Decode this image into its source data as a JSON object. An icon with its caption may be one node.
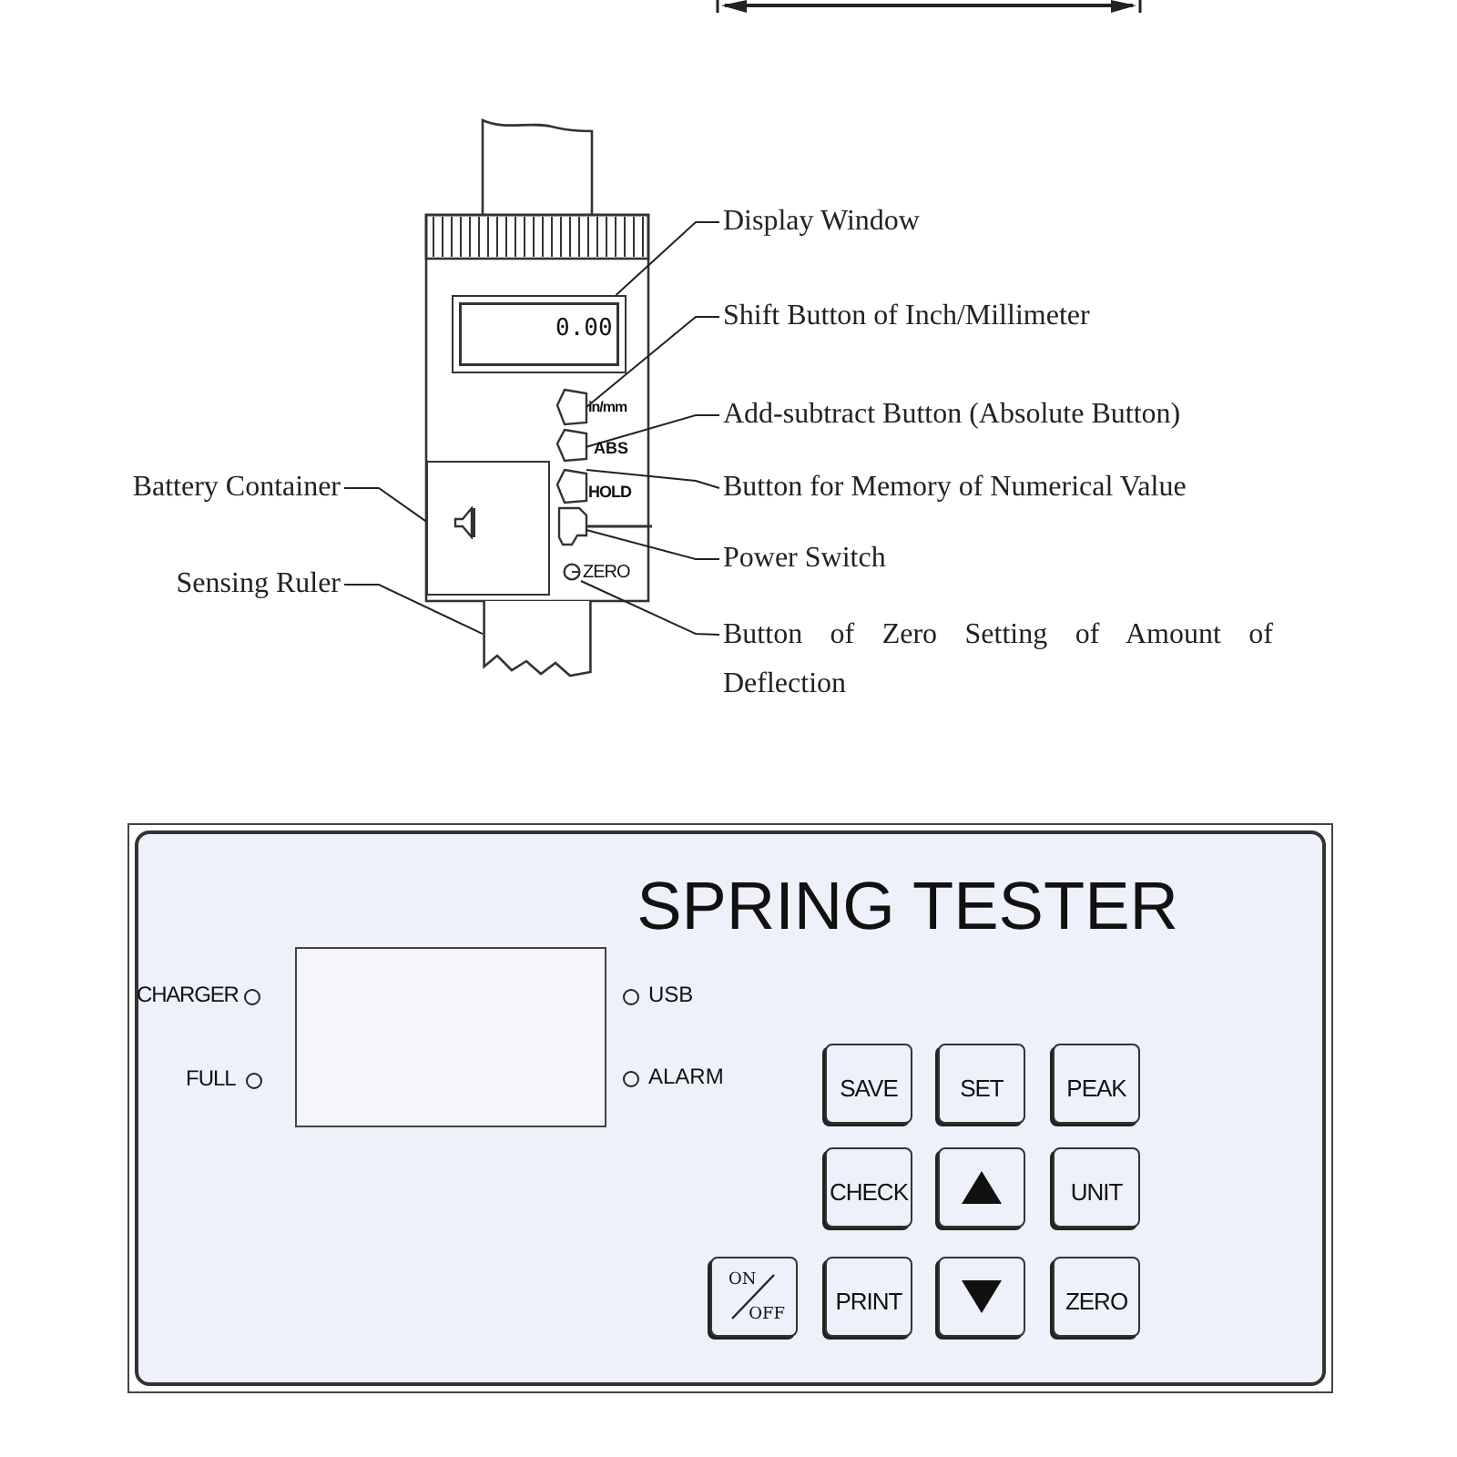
{
  "diagram": {
    "nodes": [
      {
        "text": [
          "Display Window"
        ]
      },
      {
        "text": [
          "Shift Button of Inch/Millimeter"
        ]
      },
      {
        "text": [
          "Add-subtract Button (Absolute Button)"
        ]
      },
      {
        "text": [
          "Button for Memory of Numerical Value"
        ]
      },
      {
        "text": [
          "Battery Container"
        ]
      },
      {
        "text": [
          "Power Switch"
        ]
      },
      {
        "text": [
          "Sensing Ruler"
        ]
      },
      {
        "text": [
          "Button of Zero Setting of Amount of Deflection"
        ]
      },
      {
        "text": [],
        "shape": "box"
      },
      {
        "text": [],
        "shape": "box"
      },
      {
        "text": [],
        "shape": "box"
      },
      {
        "text": [],
        "shape": "box"
      },
      {
        "text": [],
        "shape": "box"
      },
      {
        "text": [],
        "shape": "circle"
      },
      {
        "text": [],
        "shape": "box"
      },
      {
        "text": [],
        "shape": "bar"
      },
      {
        "text": [
          "SPRING TESTER"
        ]
      },
      {
        "text": [],
        "shape": "box",
        "in": 16
      },
      {
        "text": [
          "SAVE"
        ],
        "in": 16
      },
      {
        "text": [
          "SET"
        ],
        "in": 16
      },
      {
        "text": [
          "PEAK"
        ],
        "in": 16
      },
      {
        "text": [
          "CHECK"
        ],
        "in": 16
      },
      {
        "text": [],
        "shape": "box",
        "in": 16
      },
      {
        "text": [
          "UNIT"
        ],
        "in": 16
      },
      {
        "text": [
          "ON",
          "OFF"
        ],
        "in": 16
      },
      {
        "text": [
          "PRINT"
        ],
        "in": 16
      },
      {
        "text": [],
        "shape": "box",
        "in": 16
      },
      {
        "text": [
          "ZERO"
        ],
        "in": 16
      }
    ],
    "edges": [
      {
        "from": 0,
        "to": 8,
        "arrow": "none"
      },
      {
        "from": 1,
        "to": 9,
        "arrow": "none"
      },
      {
        "from": 2,
        "to": 10,
        "arrow": "none"
      },
      {
        "from": 3,
        "to": 11,
        "arrow": "none"
      },
      {
        "from": 4,
        "to": 14,
        "arrow": "none"
      },
      {
        "from": 5,
        "to": 12,
        "arrow": "none"
      },
      {
        "from": 6,
        "to": 15,
        "arrow": "none"
      },
      {
        "from": 7,
        "to": 13,
        "arrow": "none"
      }
    ],
    "labels": [
      "0.00",
      "in/mm",
      "ABS",
      "HOLD",
      "ZERO",
      "CHARGER",
      "USB",
      "FULL",
      "ALARM"
    ]
  }
}
